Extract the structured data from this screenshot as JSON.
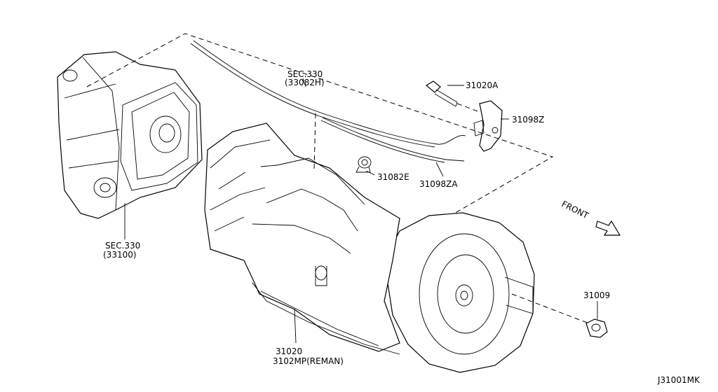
{
  "labels": {
    "sec330_top": "SEC.330",
    "sec330_top_ref": "(33082H)",
    "p31020a": "31020A",
    "p31098z": "31098Z",
    "p31082e": "31082E",
    "p31098za": "31098ZA",
    "front": "FRONT",
    "sec330_left": "SEC.330",
    "sec330_left_ref": "(33100)",
    "p31009": "31009",
    "p31020": "31020",
    "p3102mp": "3102MP(REMAN)",
    "diagram_code": "J31001MK"
  }
}
